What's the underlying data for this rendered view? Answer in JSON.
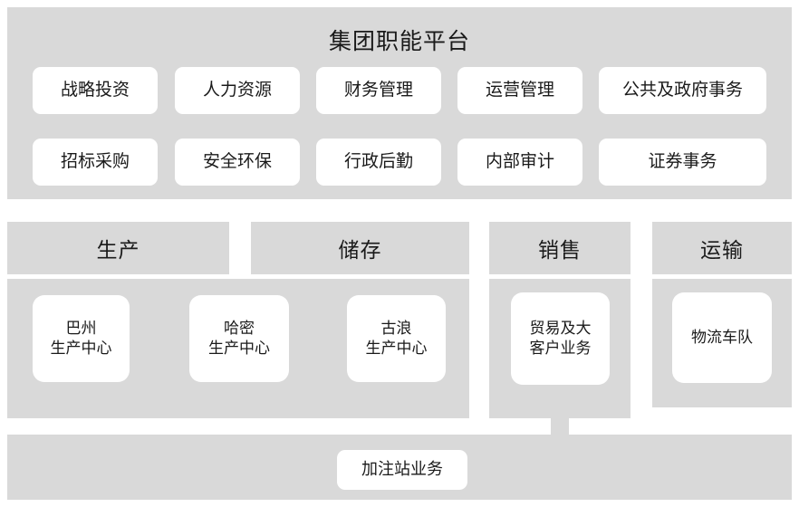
{
  "colors": {
    "panel_gray": "#d9d9d9",
    "card_white": "#ffffff",
    "text": "#1a1a1a",
    "background": "#ffffff"
  },
  "platform": {
    "title": "集团职能平台",
    "rows": [
      [
        {
          "label": "战略投资"
        },
        {
          "label": "人力资源"
        },
        {
          "label": "财务管理"
        },
        {
          "label": "运营管理"
        },
        {
          "label": "公共及政府事务"
        }
      ],
      [
        {
          "label": "招标采购"
        },
        {
          "label": "安全环保"
        },
        {
          "label": "行政后勤"
        },
        {
          "label": "内部审计"
        },
        {
          "label": "证券事务"
        }
      ]
    ]
  },
  "segments": [
    {
      "header": "生产",
      "units": [
        {
          "label": "巴州\n生产中心"
        },
        {
          "label": "哈密\n生产中心"
        }
      ]
    },
    {
      "header": "储存",
      "units": [
        {
          "label": "古浪\n生产中心"
        }
      ]
    },
    {
      "header": "销售",
      "units": [
        {
          "label": "贸易及大\n客户业务"
        }
      ]
    },
    {
      "header": "运输",
      "units": [
        {
          "label": "物流车队"
        }
      ]
    }
  ],
  "station": {
    "label": "加注站业务"
  }
}
